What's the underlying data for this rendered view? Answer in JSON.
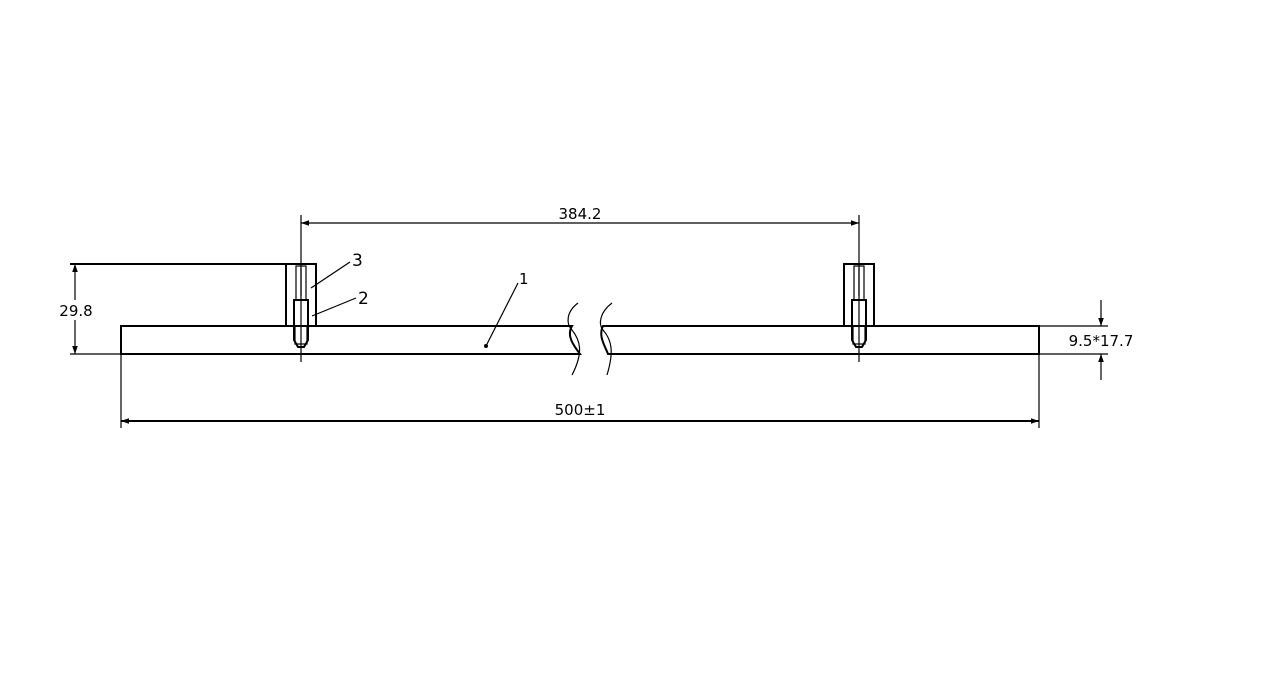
{
  "drawing": {
    "dimensions": {
      "spacing": "384.2",
      "height": "29.8",
      "length": "500±1",
      "section": "9.5*17.7"
    },
    "callouts": [
      {
        "label": "1",
        "part": "bar"
      },
      {
        "label": "2",
        "part": "stud"
      },
      {
        "label": "3",
        "part": "standoff"
      }
    ],
    "colors": {
      "line": "#000000",
      "background": "#ffffff"
    }
  }
}
